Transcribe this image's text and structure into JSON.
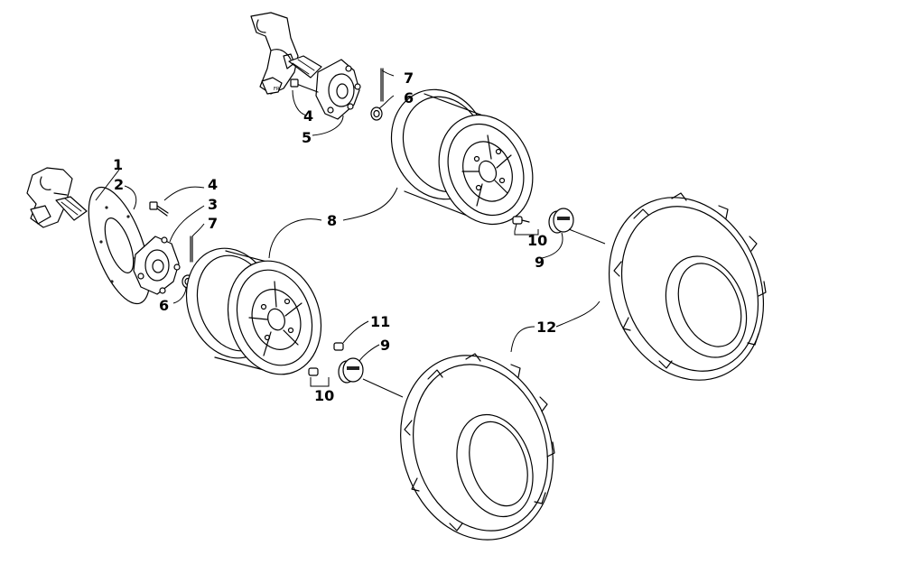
{
  "diagram": {
    "callouts": [
      {
        "id": "c1",
        "label": "1"
      },
      {
        "id": "c2",
        "label": "2"
      },
      {
        "id": "c3",
        "label": "3"
      },
      {
        "id": "c4a",
        "label": "4"
      },
      {
        "id": "c4b",
        "label": "4"
      },
      {
        "id": "c5",
        "label": "5"
      },
      {
        "id": "c6a",
        "label": "6"
      },
      {
        "id": "c6b",
        "label": "6"
      },
      {
        "id": "c7a",
        "label": "7"
      },
      {
        "id": "c7b",
        "label": "7"
      },
      {
        "id": "c8",
        "label": "8"
      },
      {
        "id": "c9a",
        "label": "9"
      },
      {
        "id": "c9b",
        "label": "9"
      },
      {
        "id": "c10a",
        "label": "10"
      },
      {
        "id": "c10b",
        "label": "10"
      },
      {
        "id": "c11",
        "label": "11"
      },
      {
        "id": "c12",
        "label": "12"
      }
    ]
  }
}
